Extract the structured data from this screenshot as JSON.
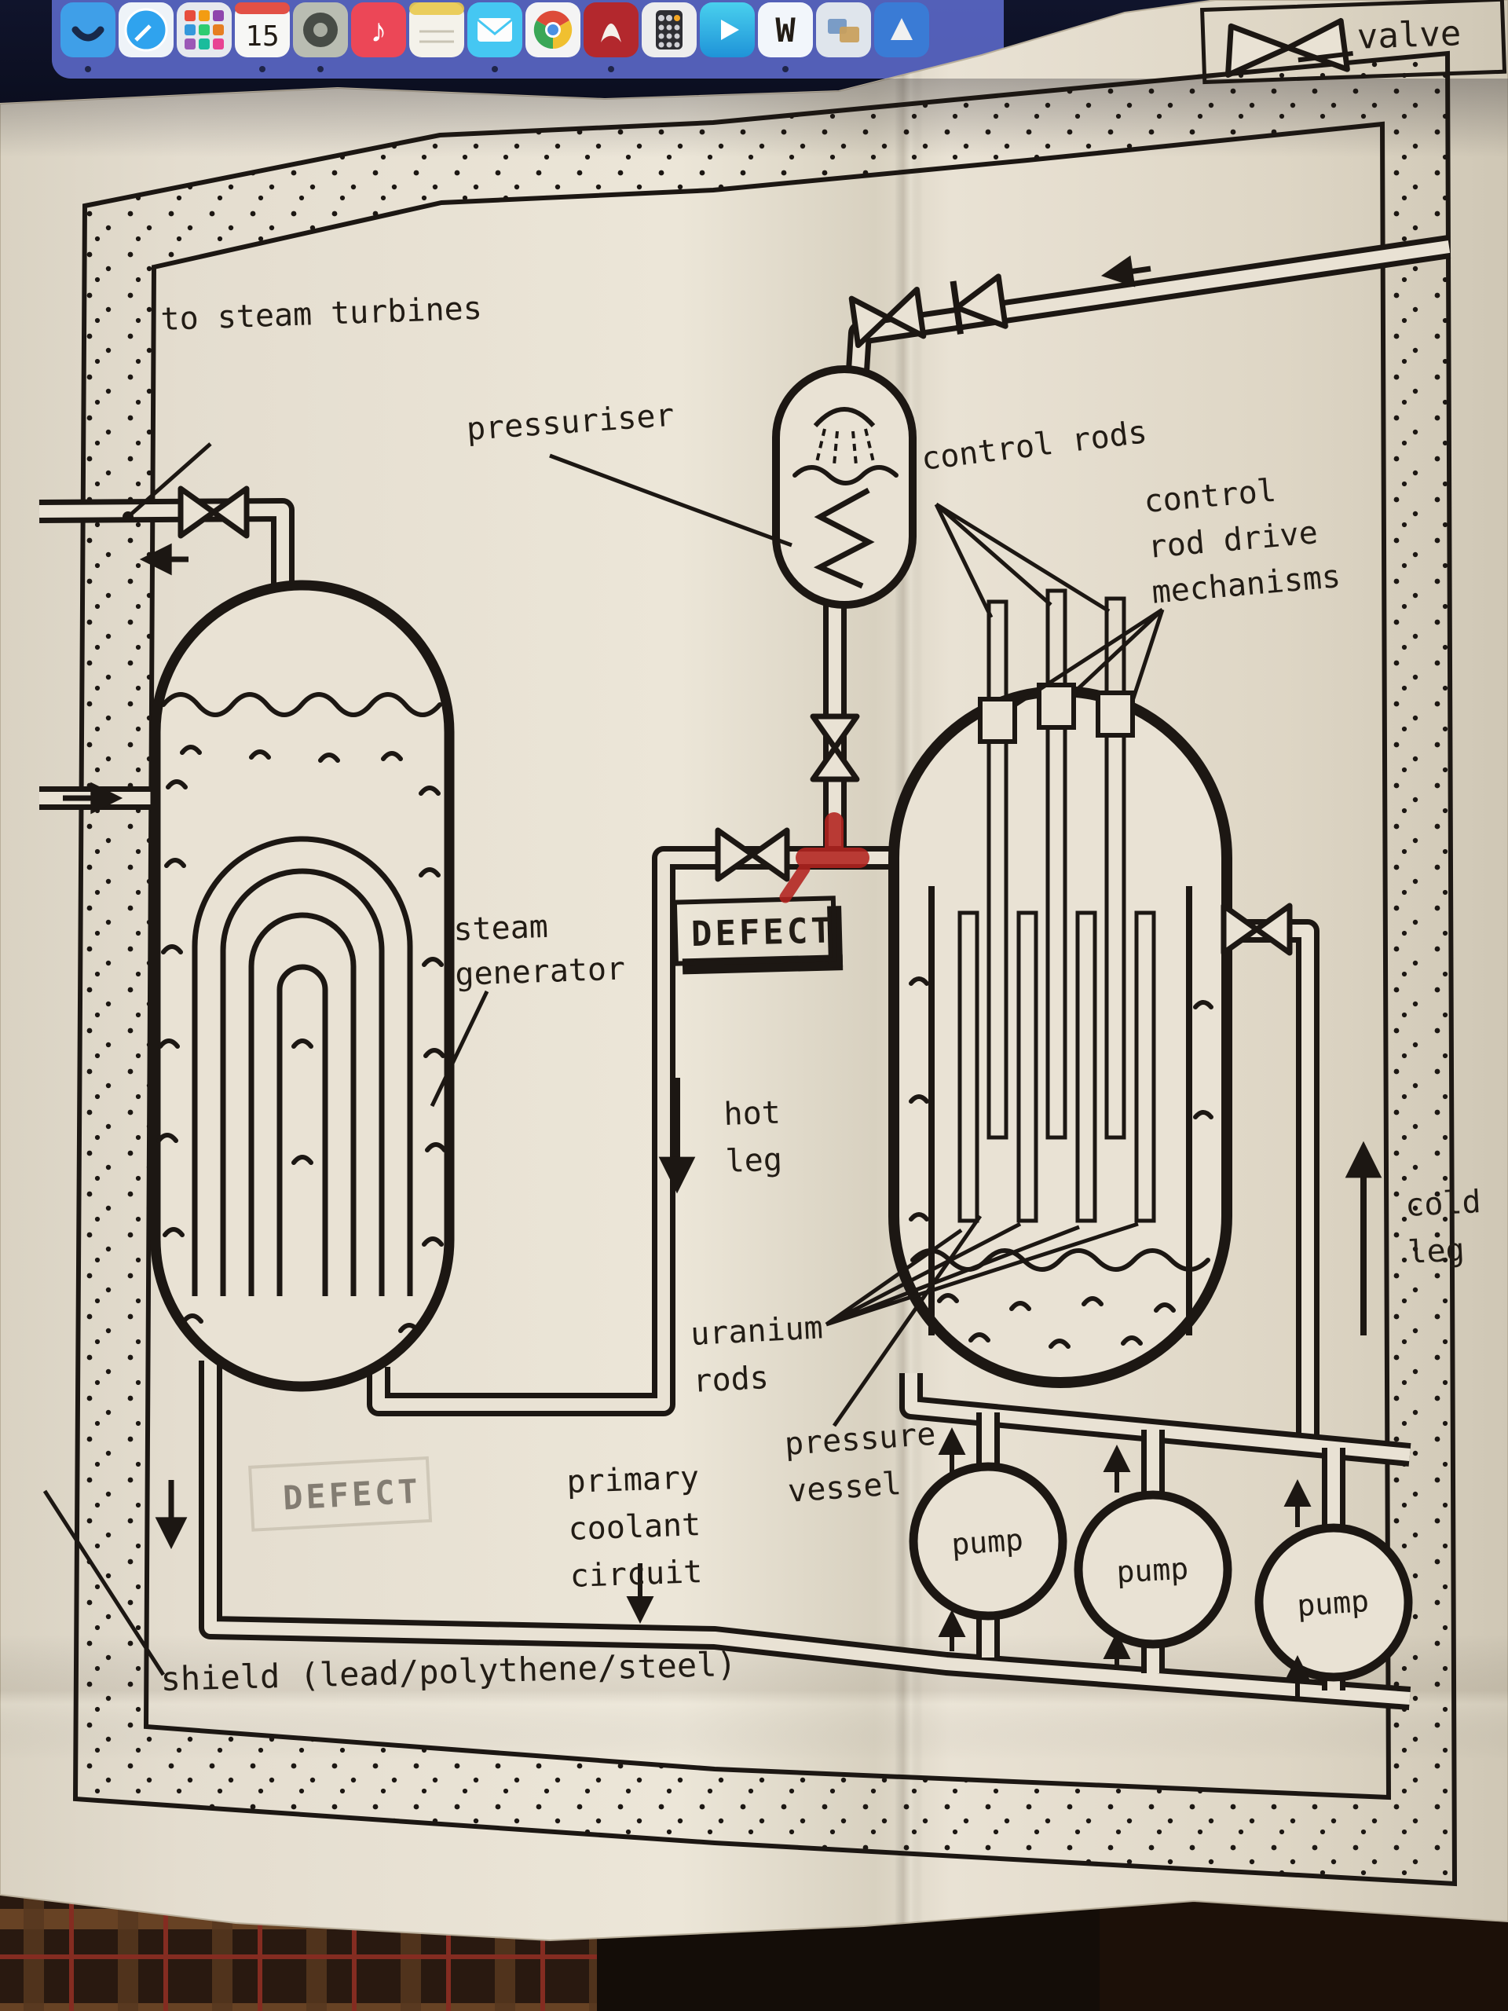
{
  "dock": {
    "icons": [
      "phone",
      "safari",
      "launchpad",
      "calendar",
      "settings",
      "music",
      "notes",
      "mail",
      "chrome",
      "acrobat",
      "calculator",
      "tv",
      "word",
      "photos",
      "keynote"
    ],
    "calendar_day": "15",
    "word_letter": "W",
    "music_glyph": "♪"
  },
  "legend": {
    "valve": "valve"
  },
  "labels": {
    "to_steam_turbines": "to steam turbines",
    "pressuriser": "pressuriser",
    "control_rods": "control rods",
    "crdm": [
      "control",
      "rod drive",
      "mechanisms"
    ],
    "steam_generator": [
      "steam",
      "generator"
    ],
    "hot_leg": [
      "hot",
      "leg"
    ],
    "cold_leg": [
      "cold",
      "leg"
    ],
    "uranium_rods": [
      "uranium",
      "rods"
    ],
    "pressure_vessel": [
      "pressure",
      "vessel"
    ],
    "primary_coolant_circuit": [
      "primary",
      "coolant",
      "circuit"
    ],
    "shield": "shield (lead/polythene/steel)"
  },
  "stamps": {
    "defect": "DEFECT",
    "defect_ghost": "DEFECT"
  },
  "pumps": [
    "pump",
    "pump",
    "pump"
  ],
  "colors": {
    "paper": "#e9e2d4",
    "ink": "#1c1713",
    "red_marker": "#b3231f",
    "dock_shelf": "#5b68c8",
    "screen": "#0b0e1c"
  }
}
